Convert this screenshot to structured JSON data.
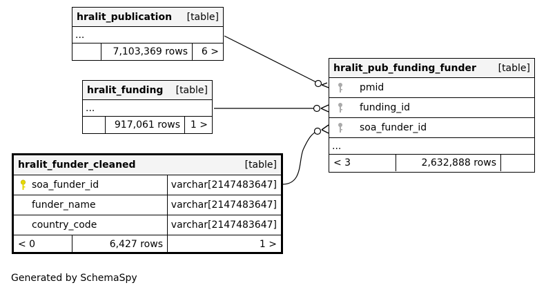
{
  "tables": {
    "publication": {
      "name": "hralit_publication",
      "kind": "[table]",
      "ellipsis": "...",
      "rows": "7,103,369 rows",
      "children": "6 >",
      "parents": ""
    },
    "funding": {
      "name": "hralit_funding",
      "kind": "[table]",
      "ellipsis": "...",
      "rows": "917,061 rows",
      "children": "1 >",
      "parents": ""
    },
    "pub_funding_funder": {
      "name": "hralit_pub_funding_funder",
      "kind": "[table]",
      "columns": [
        {
          "name": "pmid",
          "key": "foreign-key-icon"
        },
        {
          "name": "funding_id",
          "key": "foreign-key-icon"
        },
        {
          "name": "soa_funder_id",
          "key": "foreign-key-icon"
        }
      ],
      "ellipsis": "...",
      "parents": "< 3",
      "rows": "2,632,888 rows",
      "children": ""
    },
    "funder_cleaned": {
      "name": "hralit_funder_cleaned",
      "kind": "[table]",
      "columns": [
        {
          "name": "soa_funder_id",
          "type": "varchar[2147483647]",
          "key": "primary-key-icon"
        },
        {
          "name": "funder_name",
          "type": "varchar[2147483647]"
        },
        {
          "name": "country_code",
          "type": "varchar[2147483647]"
        }
      ],
      "parents": "< 0",
      "rows": "6,427 rows",
      "children": "1 >"
    }
  },
  "footer": "Generated by SchemaSpy",
  "colors": {
    "header_bg": "#f4f4f4",
    "primary_key": "#e6d800",
    "foreign_key": "#aaaaaa",
    "line": "#000000"
  }
}
